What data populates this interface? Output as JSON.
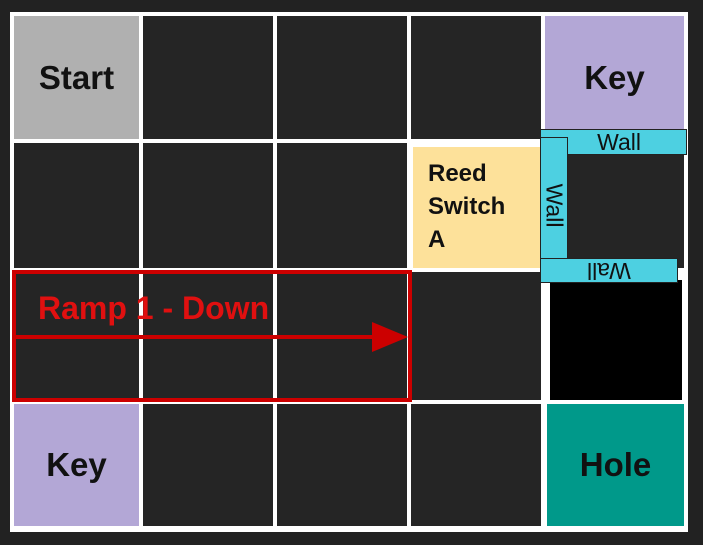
{
  "cells": {
    "start": "Start",
    "key_top": "Key",
    "key_bottom": "Key",
    "hole": "Hole",
    "reed_switch_line1": "Reed",
    "reed_switch_line2": "Switch",
    "reed_switch_line3": "A"
  },
  "walls": {
    "top": "Wall",
    "vertical": "Wall",
    "bottom": "Wall"
  },
  "ramp": {
    "label": "Ramp 1 - Down"
  },
  "colors": {
    "grid_line": "#ffffff",
    "cell_dark": "#252525",
    "start": "#b0b0b0",
    "key": "#b3a7d6",
    "reed_switch": "#fde19a",
    "hole": "#00998a",
    "pit": "#000000",
    "wall": "#4dd0e1",
    "ramp": "#cc0000"
  }
}
